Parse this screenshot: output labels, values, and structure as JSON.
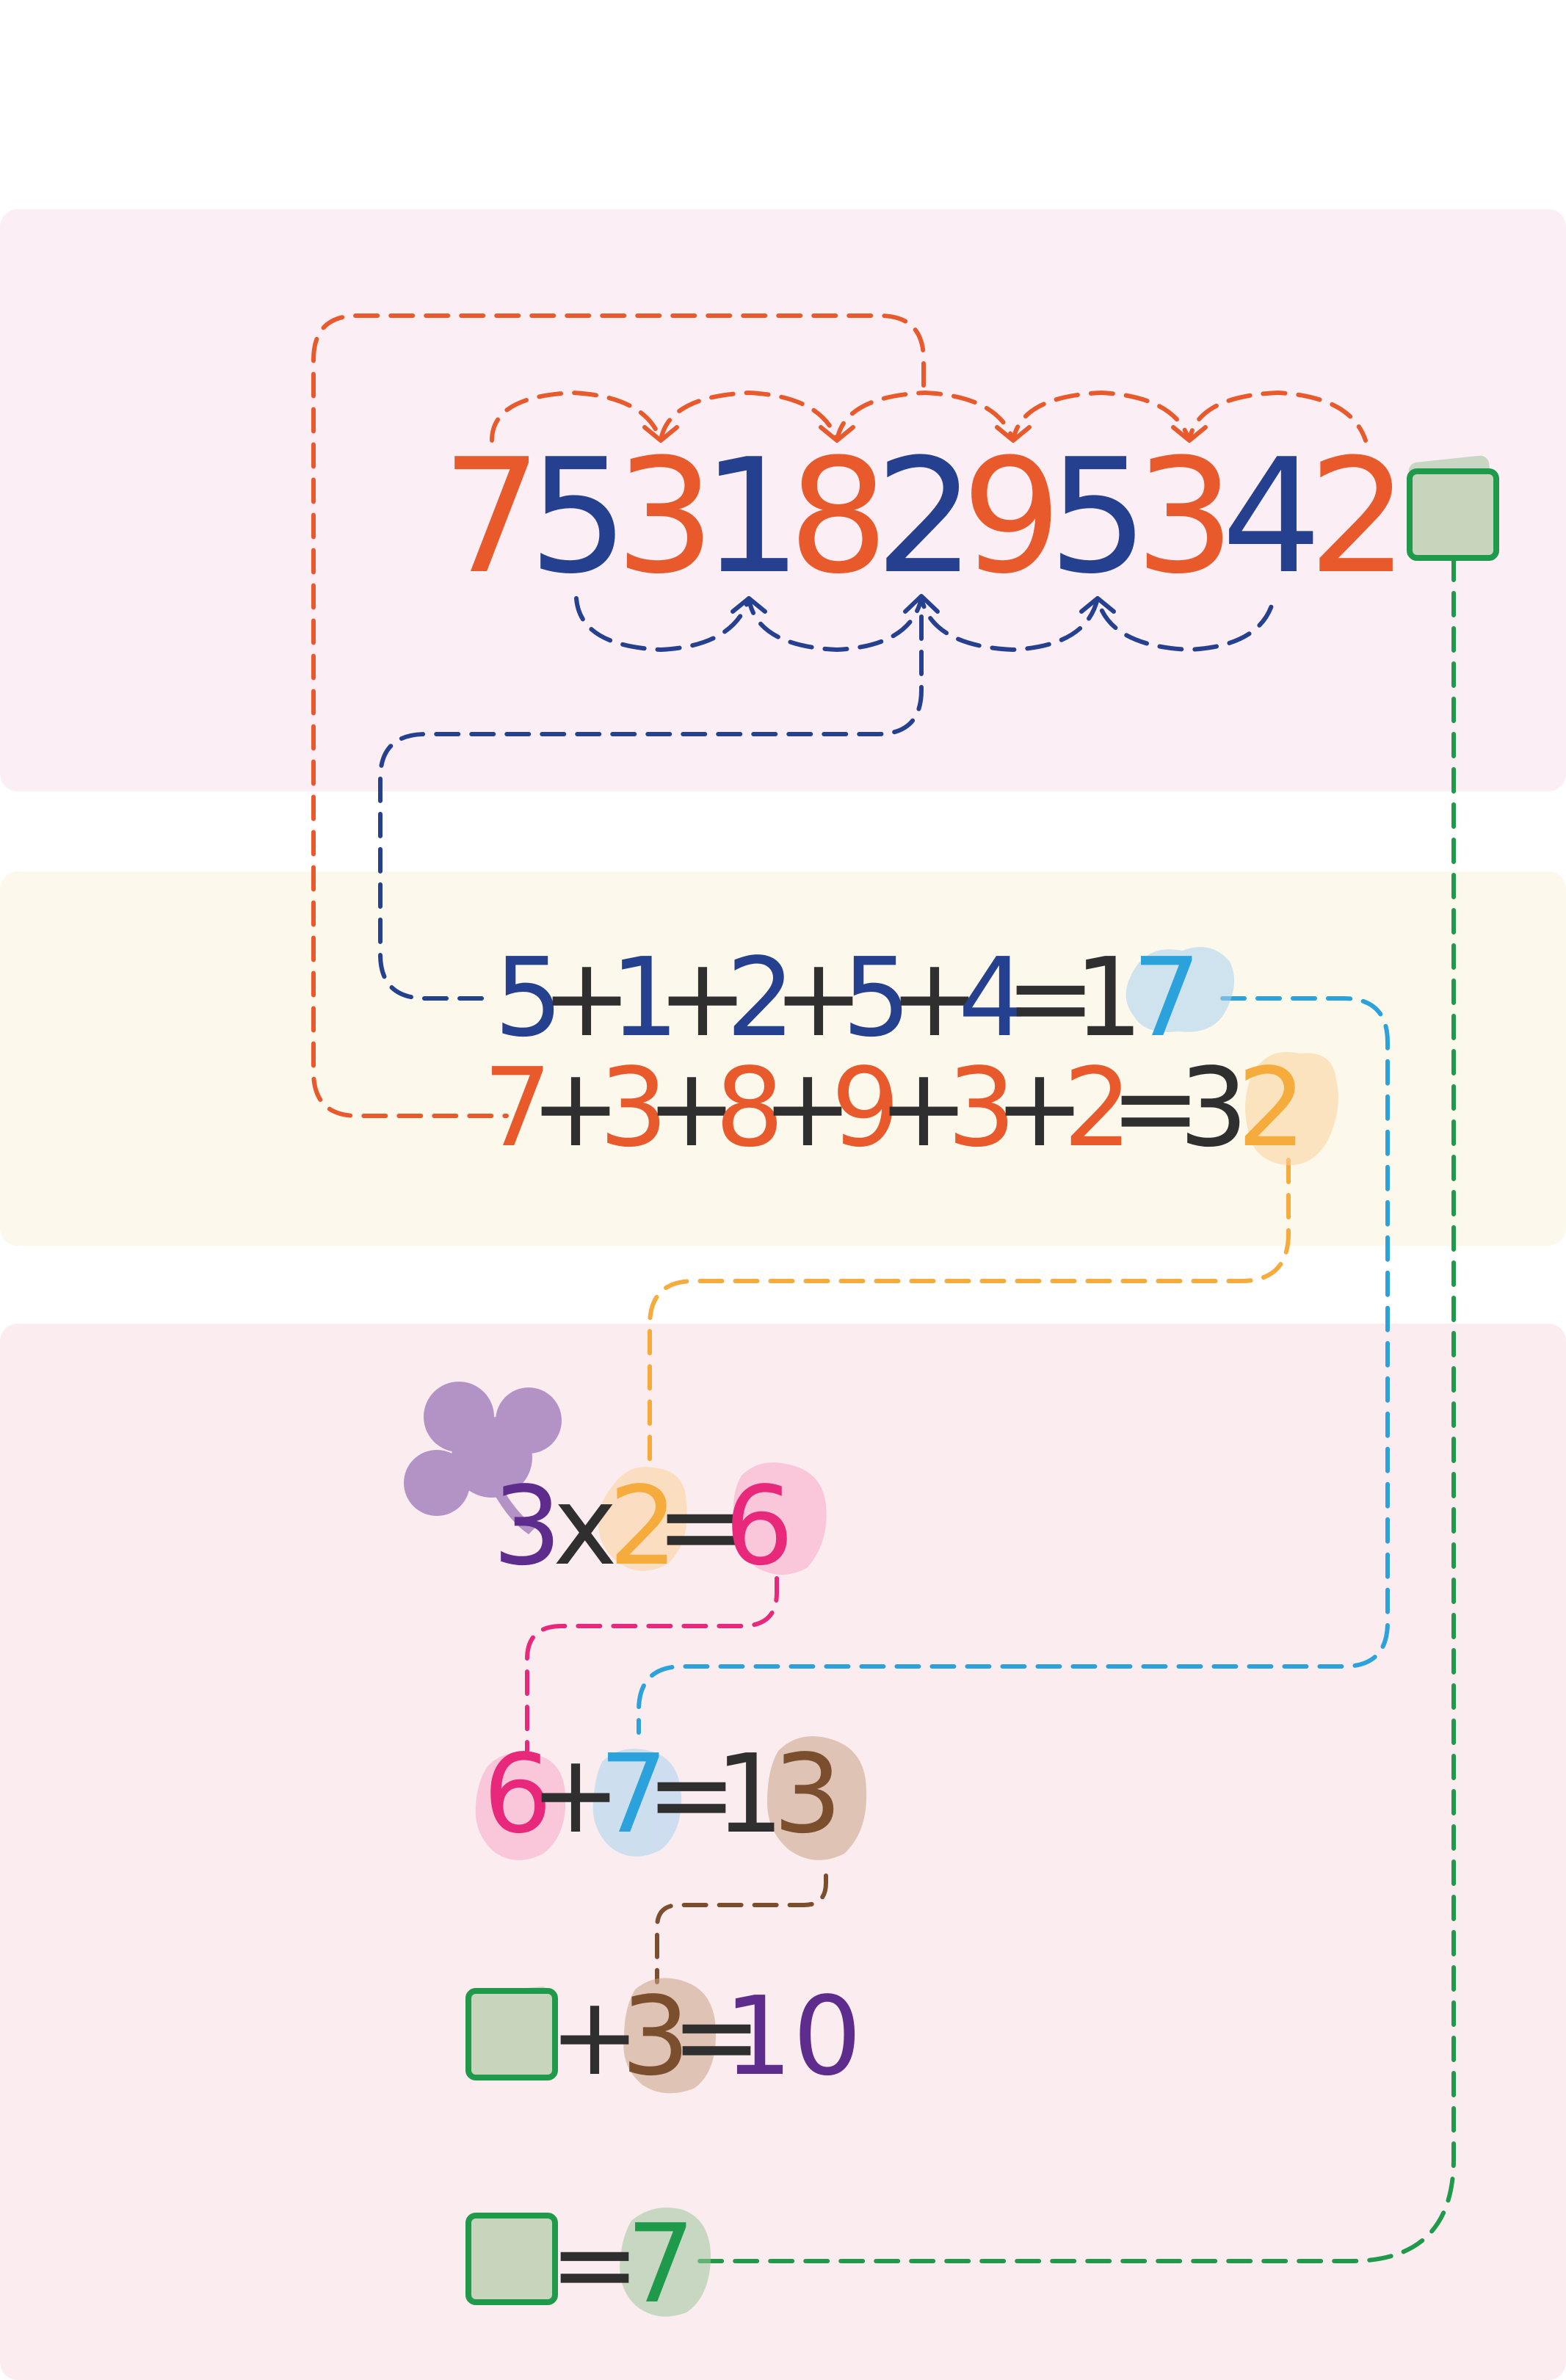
{
  "colors": {
    "orange": "#e85a2c",
    "navy": "#24408e",
    "dark": "#2f2f2f",
    "sky": "#2ba2dc",
    "amber": "#f5ac3d",
    "pink": "#e8287a",
    "brown": "#7b4e2e",
    "purple": "#5e2c8c",
    "green": "#1f9a4a",
    "panel_top": "#fbeef5",
    "panel_mid": "#fdf8ec",
    "panel_bottom": "#fbedef"
  },
  "number": {
    "digits": [
      {
        "d": "7",
        "c": "orange"
      },
      {
        "d": "5",
        "c": "navy"
      },
      {
        "d": "3",
        "c": "orange"
      },
      {
        "d": "1",
        "c": "navy"
      },
      {
        "d": "8",
        "c": "orange"
      },
      {
        "d": "2",
        "c": "navy"
      },
      {
        "d": "9",
        "c": "orange"
      },
      {
        "d": "5",
        "c": "navy"
      },
      {
        "d": "3",
        "c": "orange"
      },
      {
        "d": "4",
        "c": "navy"
      },
      {
        "d": "2",
        "c": "orange"
      }
    ],
    "check_digit": {
      "icon": "green-square-icon",
      "value": ""
    }
  },
  "equations": {
    "even_sum": {
      "terms": [
        "5",
        "+",
        "1",
        "+",
        "2",
        "+",
        "5",
        "+",
        "4",
        "=",
        "1",
        "7"
      ],
      "colors": [
        "navy",
        "dark",
        "navy",
        "dark",
        "navy",
        "dark",
        "navy",
        "dark",
        "navy",
        "dark",
        "dark",
        "sky"
      ]
    },
    "odd_sum": {
      "terms": [
        "7",
        "+",
        "3",
        "+",
        "8",
        "+",
        "9",
        "+",
        "3",
        "+",
        "2",
        "=",
        "3",
        "2"
      ],
      "colors": [
        "orange",
        "dark",
        "orange",
        "dark",
        "orange",
        "dark",
        "orange",
        "dark",
        "orange",
        "dark",
        "orange",
        "dark",
        "dark",
        "amber"
      ]
    },
    "multiply": {
      "terms": [
        "3",
        "x",
        "2",
        "=",
        "6"
      ],
      "colors": [
        "purple",
        "dark",
        "amber",
        "dark",
        "pink"
      ]
    },
    "add": {
      "terms": [
        "6",
        "+",
        "7",
        "=",
        "1",
        "3"
      ],
      "colors": [
        "pink",
        "dark",
        "sky",
        "dark",
        "dark",
        "brown"
      ]
    },
    "complete": {
      "terms": [
        "+",
        "3",
        "=",
        "10"
      ],
      "colors": [
        "dark",
        "brown",
        "dark",
        "purple"
      ]
    },
    "result": {
      "terms": [
        "=",
        "7"
      ],
      "colors": [
        "dark",
        "green"
      ]
    }
  },
  "decorations": {
    "shamrock_icon": "shamrock-icon"
  }
}
